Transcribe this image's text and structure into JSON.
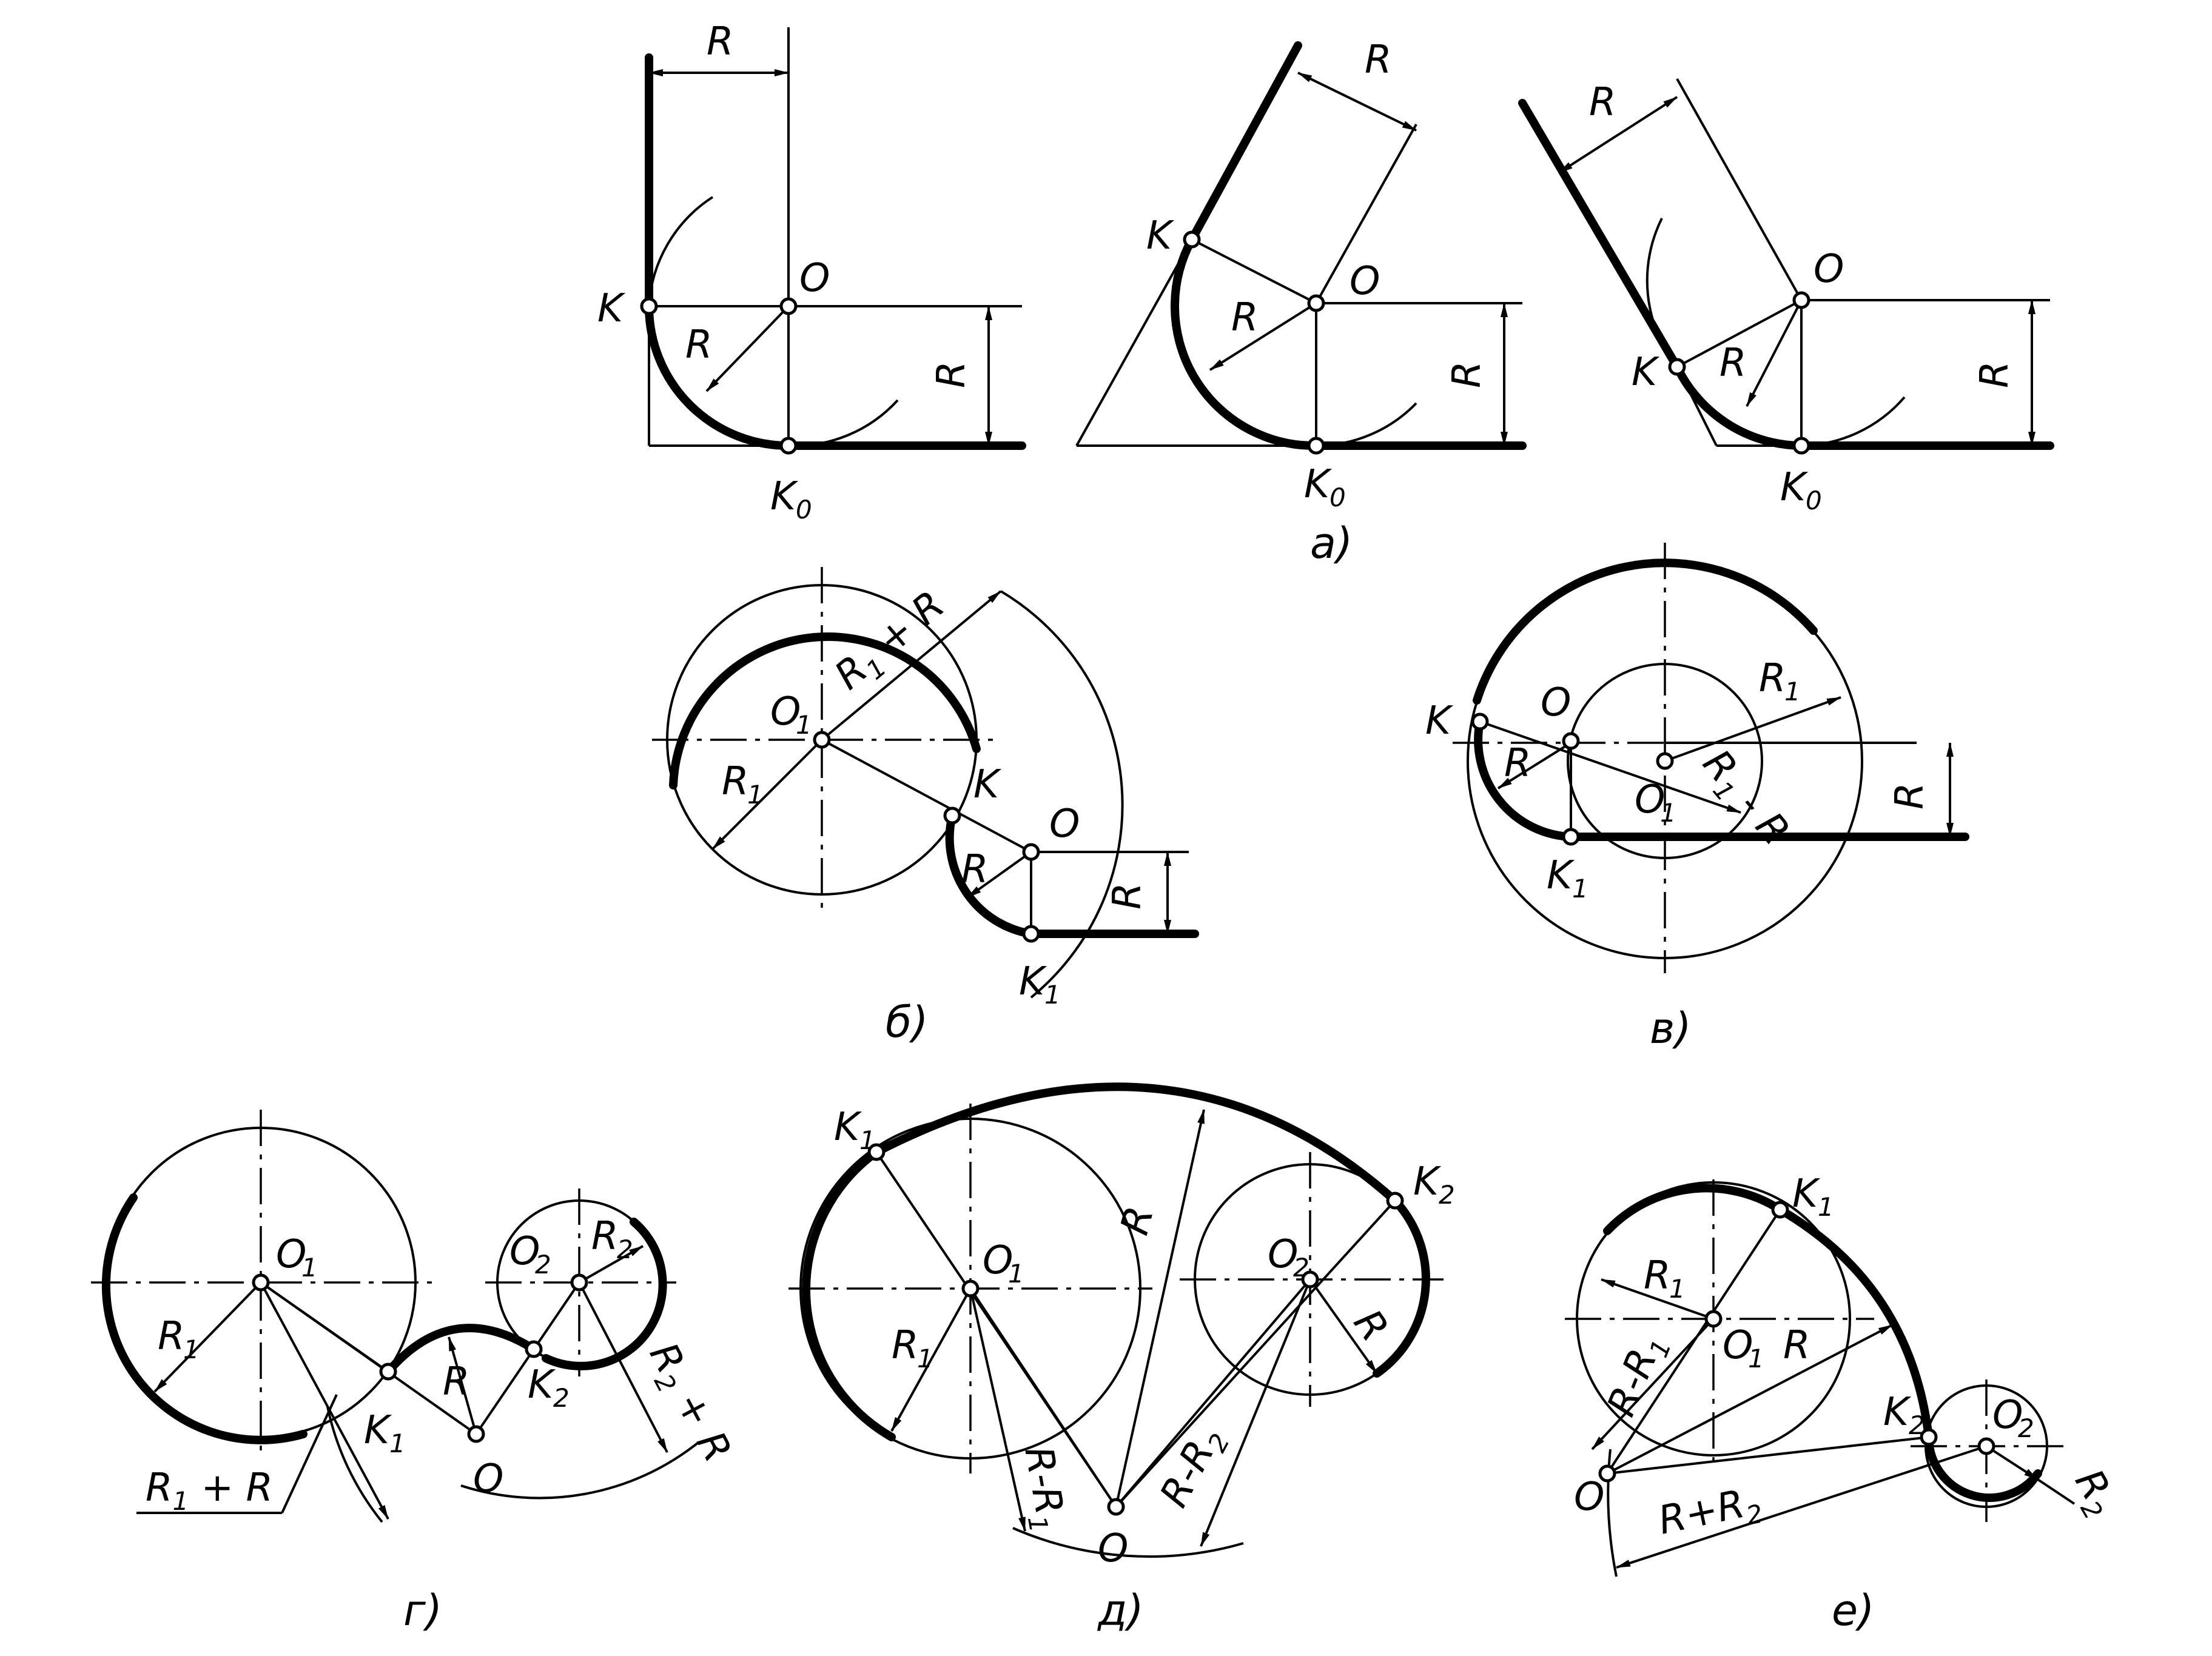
{
  "a": {
    "caption": "а)",
    "labels": {
      "R": "R",
      "K": "K",
      "O": "O",
      "K0": "K",
      "K0_sub": "0"
    }
  },
  "b": {
    "caption": "б)",
    "labels": {
      "O1": "O",
      "O1_sub": "1",
      "R1_plus_R": "R",
      "R1_plus_R_rest": " + R",
      "R1": "R",
      "K": "K",
      "O": "O",
      "R": "R",
      "K1": "K",
      "one": "1"
    }
  },
  "v": {
    "caption": "в)",
    "labels": {
      "K": "K",
      "O": "O",
      "O1": "O",
      "R1": "R",
      "R1_minus_R": "R",
      "R1_minus_R_rest": " - R",
      "R": "R",
      "K1": "K",
      "one": "1"
    }
  },
  "g": {
    "caption": "г)",
    "labels": {
      "O1": "O",
      "O2": "O",
      "R1": "R",
      "R2": "R",
      "R2_plus_R": "R",
      "R2_plus_R_rest": " + R",
      "R1_plus_R": "R",
      "R1_plus_R_rest": " + R",
      "K1": "K",
      "K2": "K",
      "R": "R",
      "O": "O",
      "one": "1",
      "two": "2"
    }
  },
  "d": {
    "caption": "д)",
    "labels": {
      "K1": "K",
      "K2": "K",
      "O1": "O",
      "O2": "O",
      "R1": "R",
      "R2": "R",
      "R": "R",
      "R_minus_R1": "R-R",
      "R_minus_R2": "R-R",
      "O": "O",
      "one": "1",
      "two": "2"
    }
  },
  "e": {
    "caption": "е)",
    "labels": {
      "K1": "K",
      "K2": "K",
      "O1": "O",
      "O2": "O",
      "R1": "R",
      "R2": "R",
      "R": "R",
      "R_minus_R1": "R-R",
      "R_plus_R2": "R+R",
      "O": "O",
      "one": "1",
      "two": "2"
    }
  }
}
